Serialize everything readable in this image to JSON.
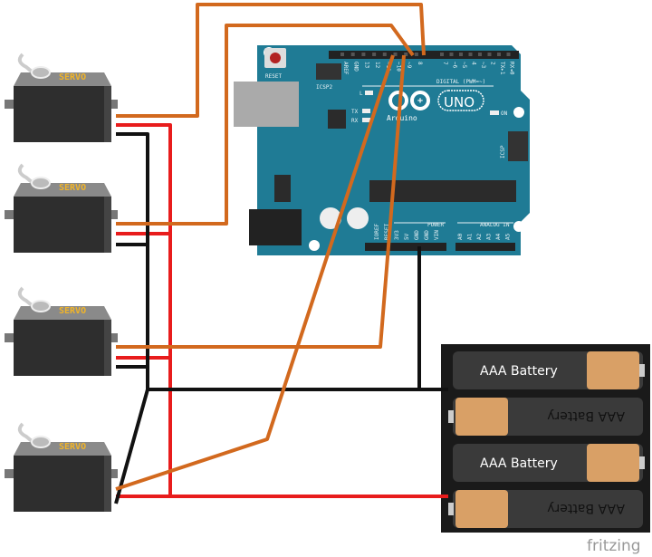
{
  "servos": [
    {
      "label": "SERVO"
    },
    {
      "label": "SERVO"
    },
    {
      "label": "SERVO"
    },
    {
      "label": "SERVO"
    }
  ],
  "arduino": {
    "reset_label": "RESET",
    "icsp2_label": "ICSP2",
    "icsp_label": "ICSP",
    "uno_label": "UNO",
    "brand_label": "Arduino",
    "digital_label": "DIGITAL (PWM=~)",
    "power_label": "POWER",
    "analog_label": "ANALOG IN",
    "tx_label": "TX",
    "rx_label": "RX",
    "l_label": "L",
    "on_label": "ON",
    "digital_pins_left": [
      "AREF",
      "GND",
      "13",
      "12",
      "~11",
      "~10",
      "~9",
      "8"
    ],
    "digital_pins_right": [
      "7",
      "~6",
      "~5",
      "4",
      "~3",
      "2",
      "TX▸1",
      "RX◂0"
    ],
    "power_pins": [
      "IOREF",
      "RESET",
      "3V3",
      "5V",
      "GND",
      "GND",
      "VIN"
    ],
    "analog_pins": [
      "A0",
      "A1",
      "A2",
      "A3",
      "A4",
      "A5"
    ]
  },
  "battery": {
    "cells": [
      "AAA Battery",
      "AAA Battery",
      "AAA Battery",
      "AAA Battery"
    ]
  },
  "colors": {
    "signal": "#d2691e",
    "power": "#e81c1c",
    "ground": "#111111",
    "board": "#1f7b95"
  },
  "watermark": "fritzing"
}
